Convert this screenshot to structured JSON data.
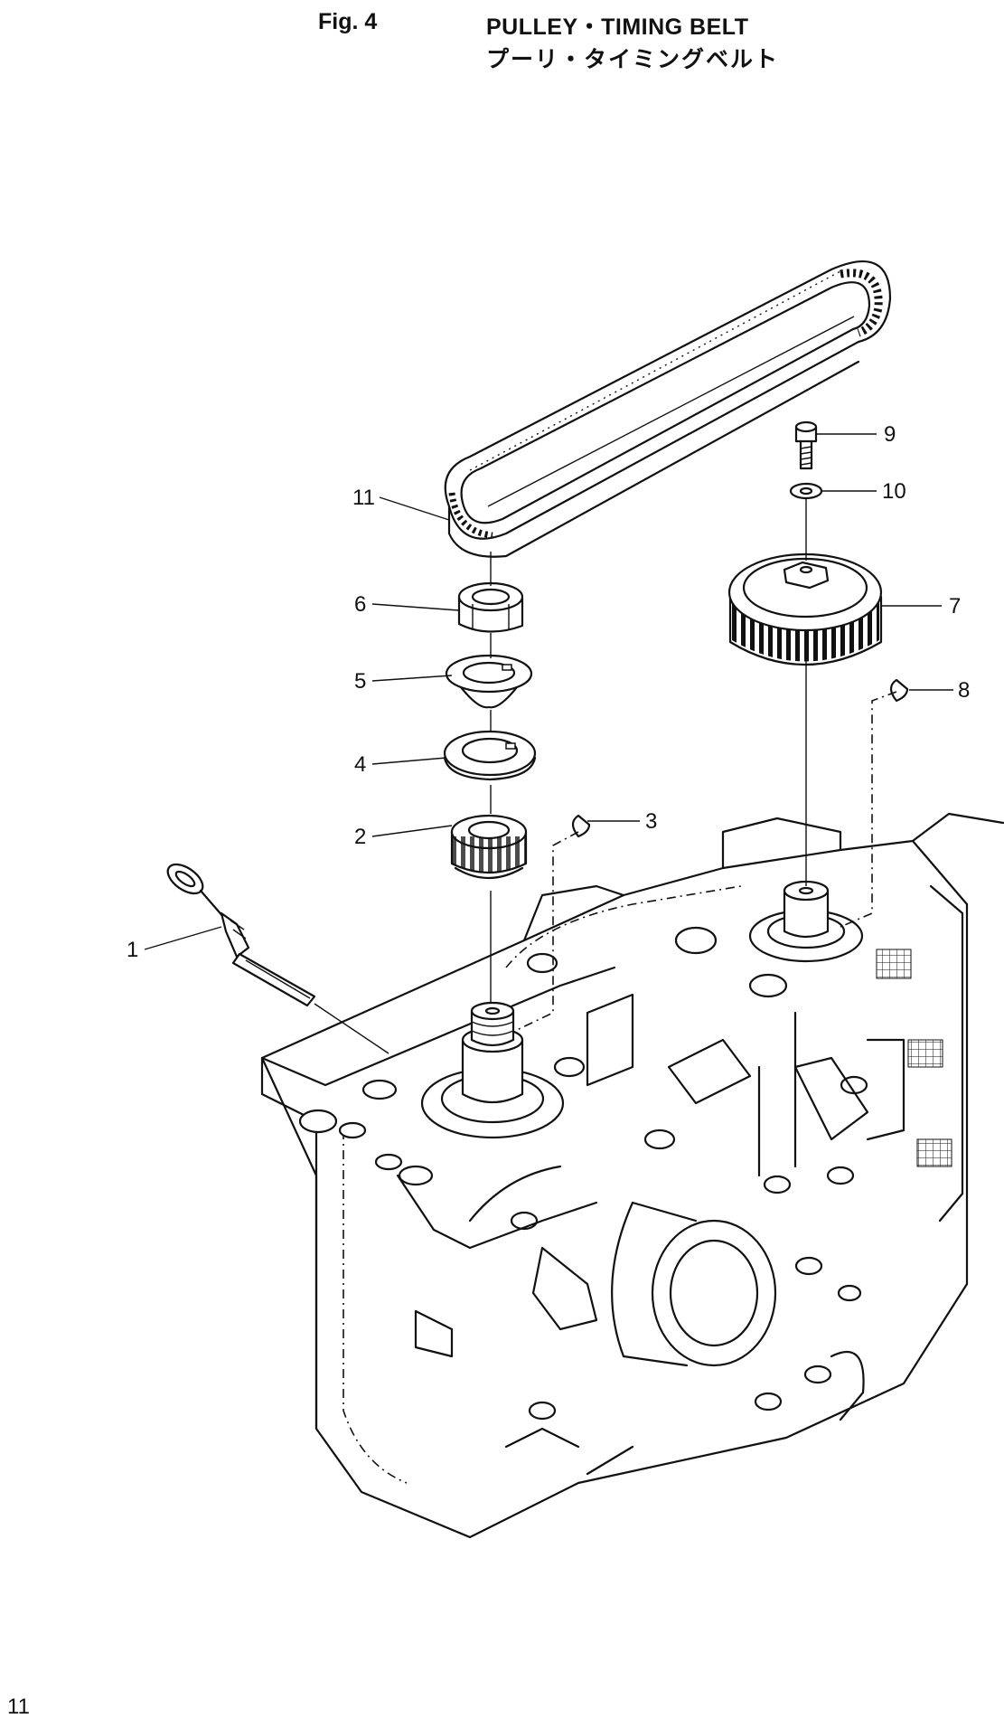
{
  "header": {
    "figure": "Fig. 4",
    "title_en": "PULLEY・TIMING BELT",
    "title_jp": "プーリ・タイミングベルト"
  },
  "callouts": [
    "1",
    "2",
    "3",
    "4",
    "5",
    "6",
    "7",
    "8",
    "9",
    "10",
    "11"
  ],
  "page_number": "11"
}
